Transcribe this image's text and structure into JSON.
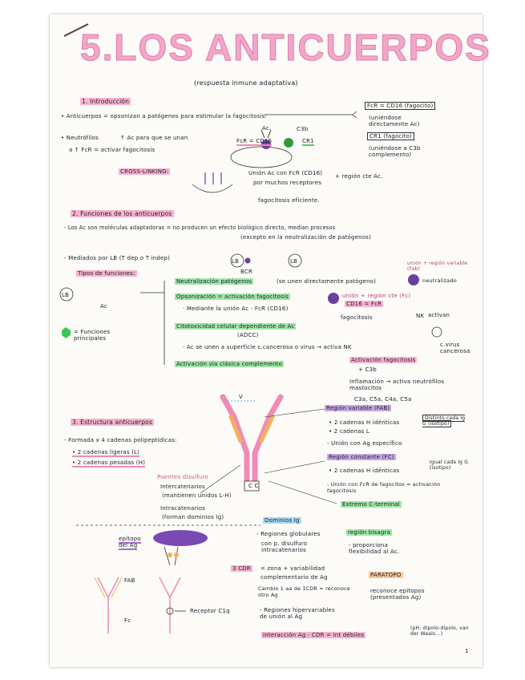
{
  "title": "5.LOS ANTICUERPOS",
  "subtitle": "(respuesta inmune adaptativa)",
  "s1": {
    "heading": "1. Introducción",
    "anticuerpos_line": "• Anticuerpos = opsonizan a patógenos para estimular la fagocitosis:",
    "fcr_cd16": "FcR = CD16 (fagocito)",
    "uniendose_ac": "(uniéndose directamente Ac)",
    "cr1": "CR1 (fagocito)",
    "uniendose_c3b": "(uniéndose a C3b complemento)",
    "neutrofilos": "• Neutrófilos",
    "ac_para_que": "↑ Ac para que se unan",
    "a_fcr": "a     ↑ FcR = activar fagocitosis",
    "ac_label": "Ac.",
    "c3b_label": "C3b",
    "fcr_cd16_small": "FcR = CD16",
    "cr1_small": "CR1",
    "cross_linking": "CROSS-LINKING:",
    "union_ac": "Unión Ac con FcR (CD16)",
    "por_muchos": "por muchos receptores",
    "region_cte": "+ región cte Ac.",
    "fagocitosis_ef": "fagocitosis eficiente."
  },
  "s2": {
    "heading": "2. Funciones de los anticuerpos",
    "line1": "- Los Ac son moléculas adaptadoras = no producen un efecto biológico directo, median procesos",
    "line1b": "(excepto en la neutralización de patógenos)",
    "mediados": "- Mediados por LB (T dep o T indep)",
    "lb": "LB",
    "bcr": "BCR",
    "tipos": "Tipos de funciones:",
    "funciones_principales": "= Funciones principales",
    "ac": "Ac",
    "neutralizacion": "Neutralización patógenos",
    "neutralizacion_sub": "(se unen directamente patógeno)",
    "opsonizacion": "Opsonización = activación fagocitosis",
    "mediante": "· Mediante la unión Ac - FcR (CD16)",
    "citotoxicidad": "Citotoxicidad celular dependiente de Ac",
    "adcc": "(ADCC)",
    "se_unen": "· Ac se unen a superficie c.cancerosa o virus → activa NK",
    "activacion_clasica": "Activación vía clásica complemento",
    "union_region_var": "unión + región variable (Fab)",
    "neutralizado": "neutralizado",
    "union_region_cte": "unión + región cte (Fc)",
    "cd16_fcr": "CD16 = FcR",
    "fagocitosis": "fagocitosis",
    "nk": "NK",
    "activan": "activan",
    "c_virus": "c.virus cancerosa",
    "activacion_fagocitosis": "Activación fagocitosis",
    "c3b": "+ C3b",
    "inflamacion": "Inflamación → activa neutrófilos mastocitos",
    "c3a": "C3a, C5a, C4a, C5a"
  },
  "s3": {
    "heading": "3. Estructura anticuerpos",
    "formada": "- Formada x 4 cadenas polipeptídicas:",
    "ligeras": "• 2 cadenas ligeras (L)",
    "pesadas": "• 2 cadenas pesadas (H)",
    "puentes": "Puentes disulfuro",
    "intercatenarios": "Intercatenarios",
    "mantienen": "(mantienen unidos L-H)",
    "intracatenarios": "Intracatenarios",
    "forman": "(forman dominios Ig)",
    "region_variable": "Región variable (FAB)",
    "h_identicas": "• 2 cadenas H idénticas",
    "l_identicas": "• 2 cadenas L",
    "distinto": "Distinto cada Ig G (isotipo)",
    "union_ag": "- Unión con Ag específico",
    "region_constante": "Región constante (FC)",
    "h_identicas2": "• 2 cadenas H idénticas",
    "igual": "Igual cada Ig G (isotipo)",
    "union_fcr": "- Unión con FcR de fagocitos = activación fagocitosis",
    "extremo": "Extremo C-terminal",
    "v_label": "V",
    "c_label": "C C",
    "dominios": "Dominios Ig",
    "regiones_glob": "- Regiones globulares",
    "con_p": "con p. disulfuro intracatenarios",
    "region_bisagra": "región bisagra",
    "proporciona": "- proporciona flexibilidad al Ac.",
    "epitopo": "epítopo del Ag",
    "fab": "FAB",
    "fc": "Fc",
    "cdr": "3 CDR",
    "zona": "= zona + variabilidad",
    "complementario": "complementario de Ag",
    "cambio": "Cambio 1 aa de 1CDR = reconoce otro Ag",
    "paratopo": "PARATOPO",
    "reconoce": "reconoce epítopos (presentados Ag)",
    "receptor_c1q": "Receptor C1q",
    "hipervariables": "- Regiones hipervariables de unión al Ag",
    "interaccion": "Interacción Ag - CDR = int débiles",
    "enlaces": "(pH, dipolo-dipolo, van der Waals...)",
    "page_num": "1"
  }
}
